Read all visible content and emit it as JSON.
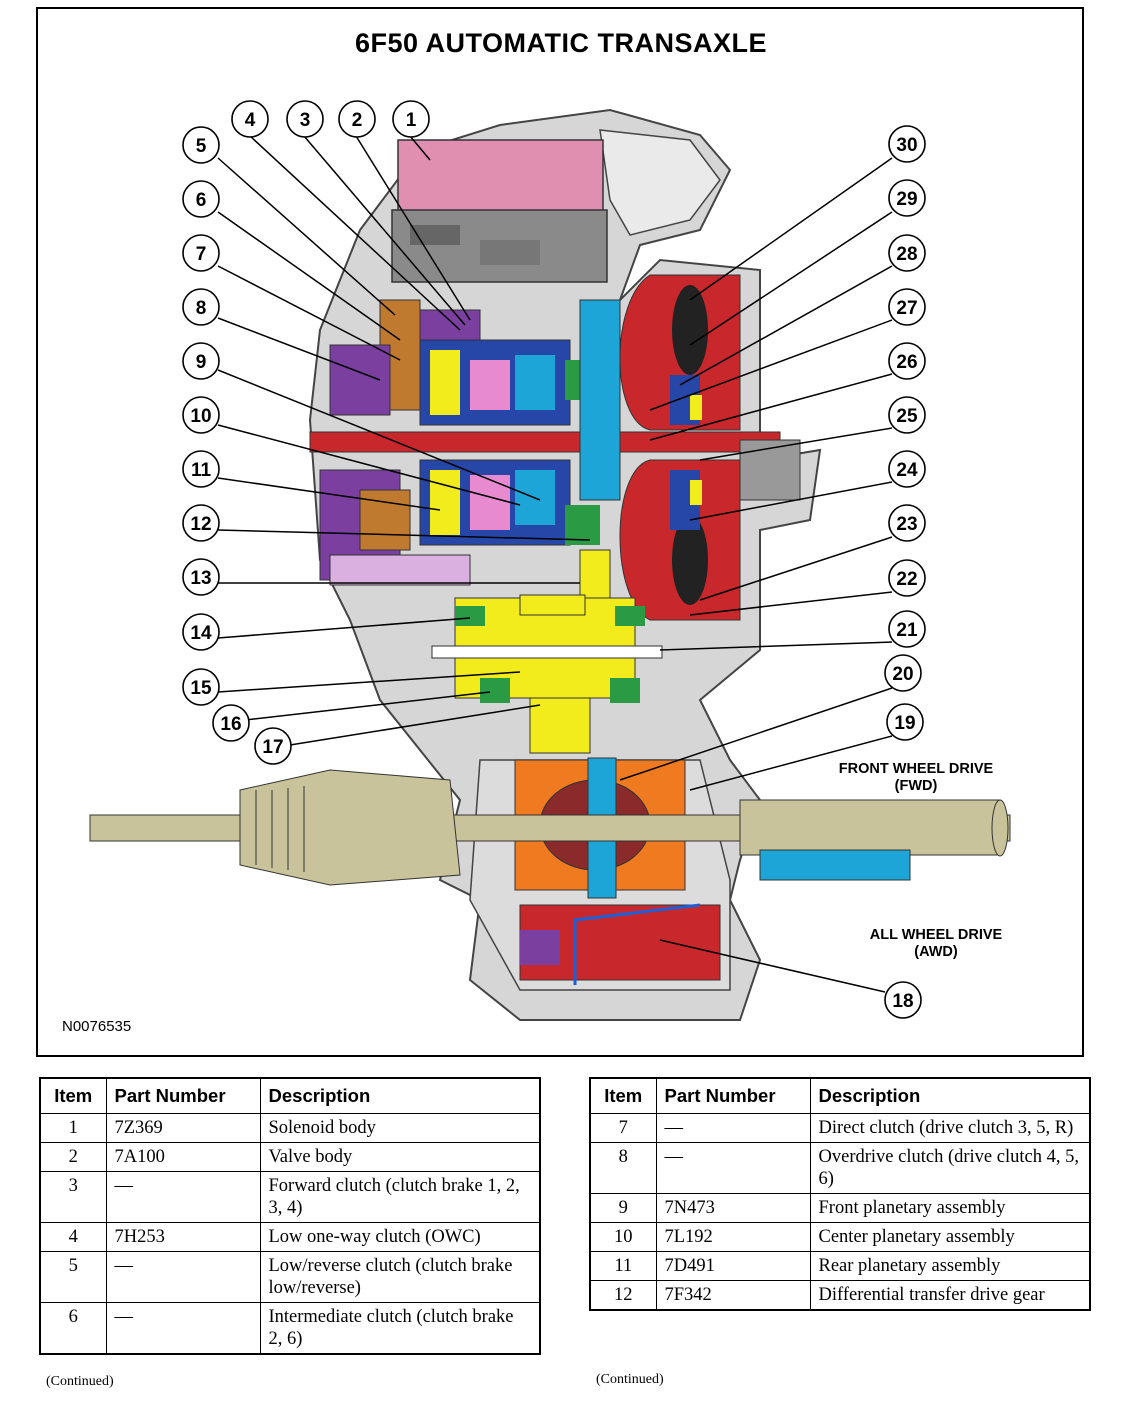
{
  "diagram": {
    "title": "6F50 AUTOMATIC TRANSAXLE",
    "figure_id": "N0076535",
    "labels": {
      "fwd_line1": "FRONT WHEEL DRIVE",
      "fwd_line2": "(FWD)",
      "awd_line1": "ALL WHEEL DRIVE",
      "awd_line2": "(AWD)"
    },
    "callouts": [
      "1",
      "2",
      "3",
      "4",
      "5",
      "6",
      "7",
      "8",
      "9",
      "10",
      "11",
      "12",
      "13",
      "14",
      "15",
      "16",
      "17",
      "18",
      "19",
      "20",
      "21",
      "22",
      "23",
      "24",
      "25",
      "26",
      "27",
      "28",
      "29",
      "30"
    ],
    "colors": {
      "case_gray": "#c8c8c8",
      "solenoid_pink": "#e08fb0",
      "valve_gray": "#8a8a8a",
      "shaft_tan": "#c8c39a",
      "planetary_yellow": "#f3ec1c",
      "converter_red": "#c8282b",
      "differential_orange": "#f07a20",
      "shaft_blue": "#1ea5d8",
      "bearing_green": "#2a9a45",
      "clutch_purple": "#7b3fa0"
    }
  },
  "tables": {
    "headers": {
      "item": "Item",
      "part_number": "Part Number",
      "description": "Description"
    },
    "left": [
      {
        "item": "1",
        "part_number": "7Z369",
        "description": "Solenoid body"
      },
      {
        "item": "2",
        "part_number": "7A100",
        "description": "Valve body"
      },
      {
        "item": "3",
        "part_number": "—",
        "description": "Forward clutch (clutch brake 1, 2, 3, 4)"
      },
      {
        "item": "4",
        "part_number": "7H253",
        "description": "Low one-way clutch (OWC)"
      },
      {
        "item": "5",
        "part_number": "—",
        "description": "Low/reverse clutch (clutch brake low/reverse)"
      },
      {
        "item": "6",
        "part_number": "—",
        "description": "Intermediate clutch (clutch brake 2, 6)"
      }
    ],
    "right": [
      {
        "item": "7",
        "part_number": "—",
        "description": "Direct clutch (drive clutch 3, 5, R)"
      },
      {
        "item": "8",
        "part_number": "—",
        "description": "Overdrive clutch (drive clutch 4, 5, 6)"
      },
      {
        "item": "9",
        "part_number": "7N473",
        "description": "Front planetary assembly"
      },
      {
        "item": "10",
        "part_number": "7L192",
        "description": "Center planetary assembly"
      },
      {
        "item": "11",
        "part_number": "7D491",
        "description": "Rear planetary assembly"
      },
      {
        "item": "12",
        "part_number": "7F342",
        "description": "Differential transfer drive gear"
      }
    ],
    "continued_left": "(Continued)",
    "continued_right": "(Continued)"
  }
}
